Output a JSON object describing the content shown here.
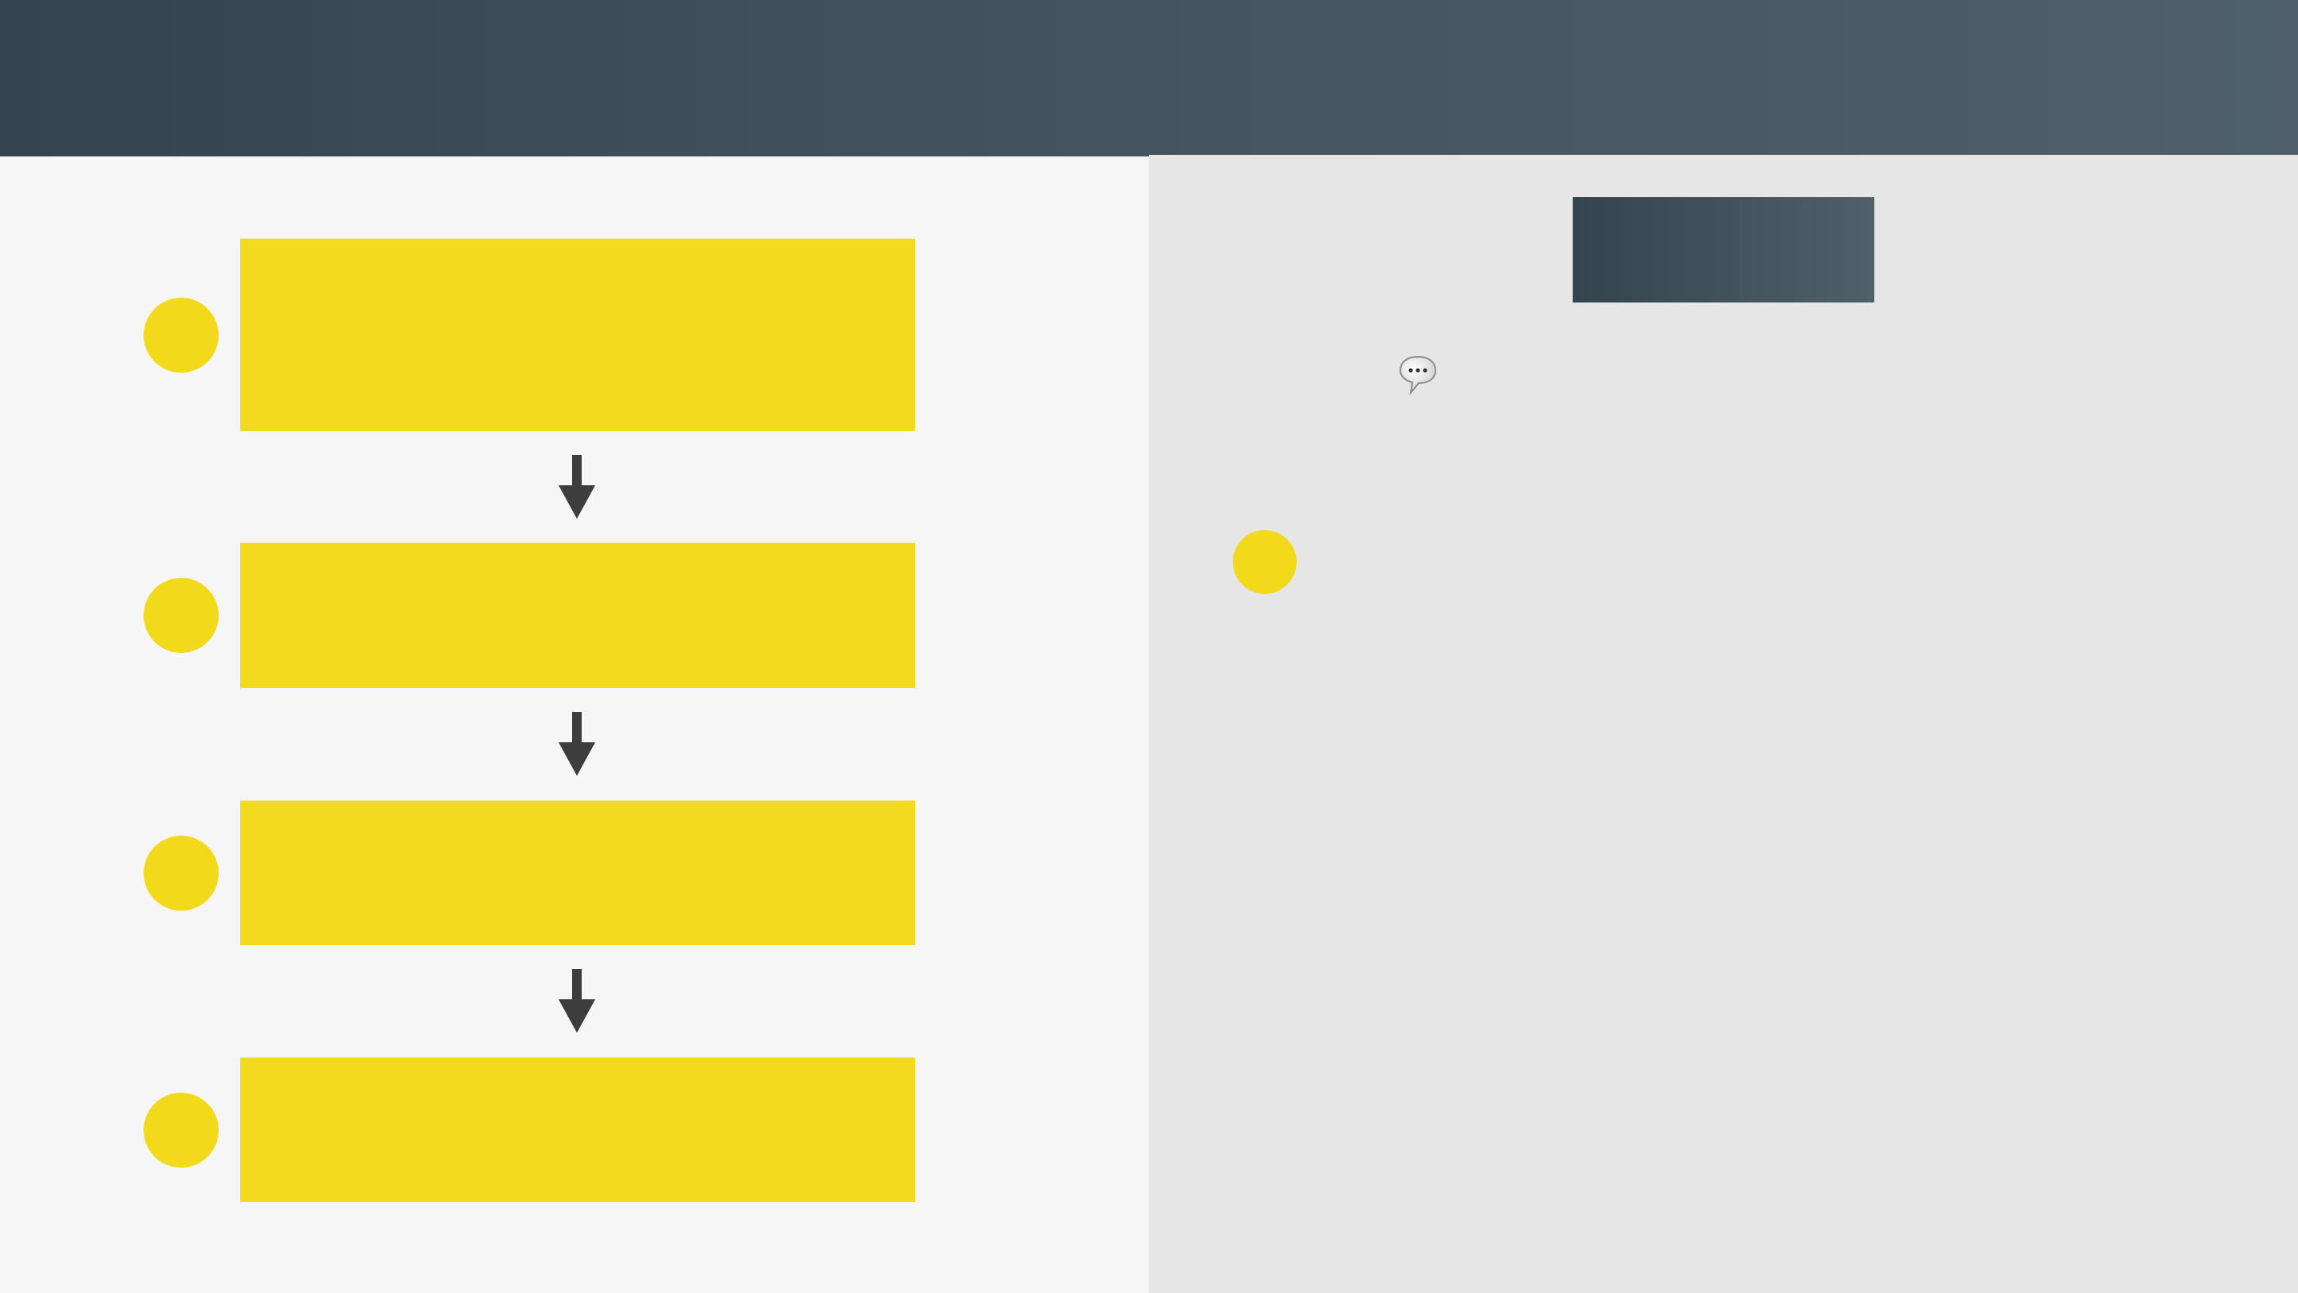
{
  "colors": {
    "header_start": "#34444c",
    "header_end": "#4f6068",
    "accent_yellow": "#f2d91c",
    "left_background": "#f6f6f6",
    "right_background": "#e6e6e6",
    "arrow": "#3d3d3d"
  },
  "flow": {
    "steps": [
      {
        "marker": "circle"
      },
      {
        "marker": "circle"
      },
      {
        "marker": "circle"
      },
      {
        "marker": "circle"
      }
    ],
    "connector_icon": "down-arrow-icon"
  },
  "side_panel": {
    "icon": "chat-bubble-icon",
    "marker": "circle"
  }
}
